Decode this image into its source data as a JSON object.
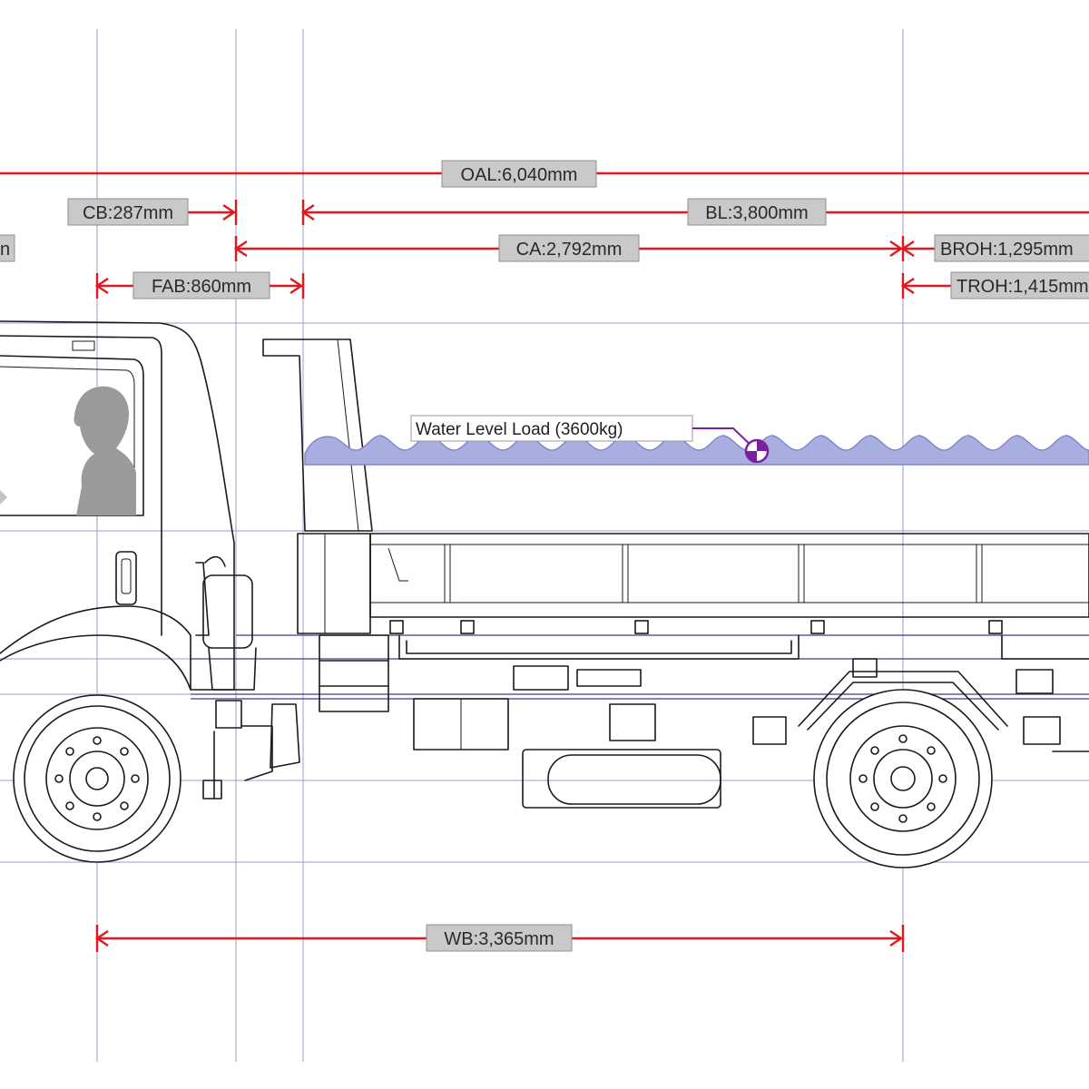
{
  "dimensions": {
    "oal": "OAL:6,040mm",
    "cb": "CB:287mm",
    "bl": "BL:3,800mm",
    "ca": "CA:2,792mm",
    "broh": "BROH:1,295mm",
    "fab": "FAB:860mm",
    "troh": "TROH:1,415mm",
    "wb": "WB:3,365mm",
    "left_partial": "n"
  },
  "load_annotation": "Water Level Load (3600kg)",
  "colors": {
    "dimension_line": "#e0191f",
    "guide_line": "#9b9bd0",
    "water": "#a9aee0",
    "water_edge": "#7f86c8",
    "center_of_gravity_marker": "#7b1fa2",
    "driver_silhouette": "#9a9a9a"
  },
  "icons": [
    "center-of-gravity-icon",
    "driver-silhouette-icon"
  ]
}
